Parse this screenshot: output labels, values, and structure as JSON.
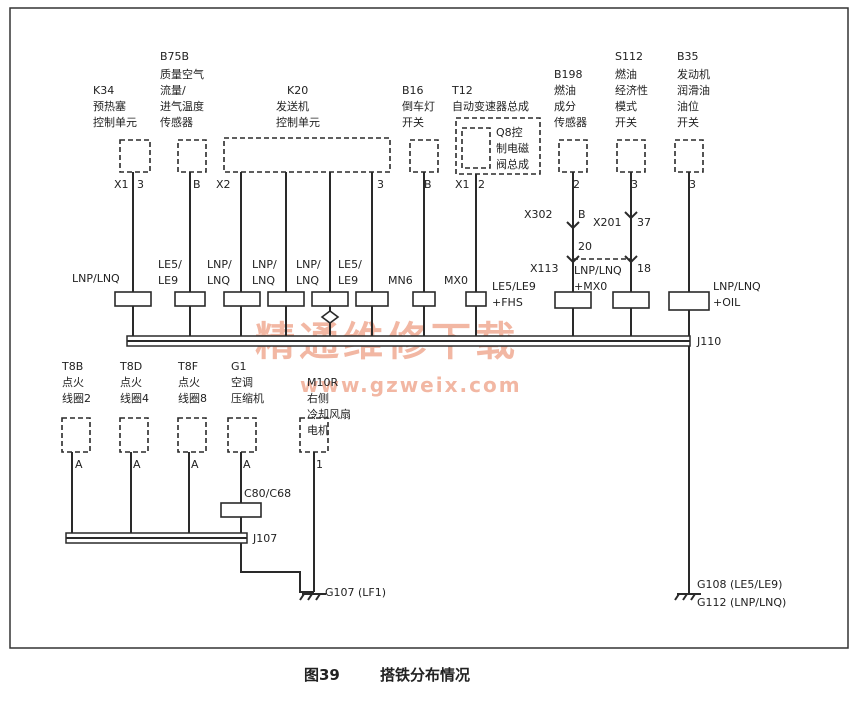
{
  "components": {
    "k34": {
      "code": "K34",
      "l1": "预热塞",
      "l2": "控制单元",
      "pin_a": "X1",
      "pin_b": "3"
    },
    "b75b": {
      "code": "B75B",
      "l1": "质量空气",
      "l2": "流量/",
      "l3": "进气温度",
      "l4": "传感器",
      "pin": "B"
    },
    "k20": {
      "code": "K20",
      "l1": "发送机",
      "l2": "控制单元",
      "pin_a": "X2",
      "pin_b": "3"
    },
    "b16": {
      "code": "B16",
      "l1": "倒车灯",
      "l2": "开关",
      "pin": "B"
    },
    "t12": {
      "code": "T12",
      "l1": "自动变速器总成",
      "q1": "Q8控",
      "q2": "制电磁",
      "q3": "阀总成",
      "pin_a": "X1",
      "pin_b": "2"
    },
    "b198": {
      "code": "B198",
      "l1": "燃油",
      "l2": "成分",
      "l3": "传感器",
      "pin": "2"
    },
    "s112": {
      "code": "S112",
      "l1": "燃油",
      "l2": "经济性",
      "l3": "模式",
      "l4": "开关",
      "pin": "3"
    },
    "b35": {
      "code": "B35",
      "l1": "发动机",
      "l2": "润滑油",
      "l3": "油位",
      "l4": "开关",
      "pin": "3"
    },
    "t8b": {
      "code": "T8B",
      "l1": "点火",
      "l2": "线圈2",
      "pin": "A"
    },
    "t8d": {
      "code": "T8D",
      "l1": "点火",
      "l2": "线圈4",
      "pin": "A"
    },
    "t8f": {
      "code": "T8F",
      "l1": "点火",
      "l2": "线圈8",
      "pin": "A"
    },
    "g1": {
      "code": "G1",
      "l1": "空调",
      "l2": "压缩机",
      "pin": "A"
    },
    "m10r": {
      "code": "M10R",
      "l1": "右侧",
      "l2": "冷却风扇",
      "l3": "电机",
      "pin": "1"
    }
  },
  "connectors": {
    "x302": {
      "name": "X302",
      "pin_top": "B",
      "pin_bottom": "20"
    },
    "x201": {
      "name": "X201",
      "pin": "37"
    },
    "x113": {
      "name": "X113",
      "pin": "18"
    }
  },
  "fuses": {
    "lnp_lnq_1": "LNP/LNQ",
    "le5_le9_1a": "LE5/",
    "le5_le9_1b": "LE9",
    "lnp_a": "LNP/",
    "lnq_a": "LNQ",
    "lnp_b": "LNP/",
    "lnq_b": "LNQ",
    "lnp_c": "LNP/",
    "lnq_c": "LNQ",
    "le5_b": "LE5/",
    "le9_b": "LE9",
    "mn6": "MN6",
    "mx0": "MX0",
    "le5_le9_fhs_a": "LE5/LE9",
    "le5_le9_fhs_b": "+FHS",
    "lnp_mx0_a": "LNP/LNQ",
    "lnp_mx0_b": "+MX0",
    "lnp_oil_a": "LNP/LNQ",
    "lnp_oil_b": "+OIL"
  },
  "splices": {
    "j110": "J110",
    "j107": "J107",
    "c80": "C80/C68"
  },
  "grounds": {
    "g107": "G107 (LF1)",
    "g108": "G108 (LE5/LE9)",
    "g112": "G112 (LNP/LNQ)"
  },
  "watermark": {
    "line1": "精通维修下载",
    "line2": "www.gzweix.com"
  },
  "caption": {
    "fig": "图39",
    "title": "搭铁分布情况"
  }
}
